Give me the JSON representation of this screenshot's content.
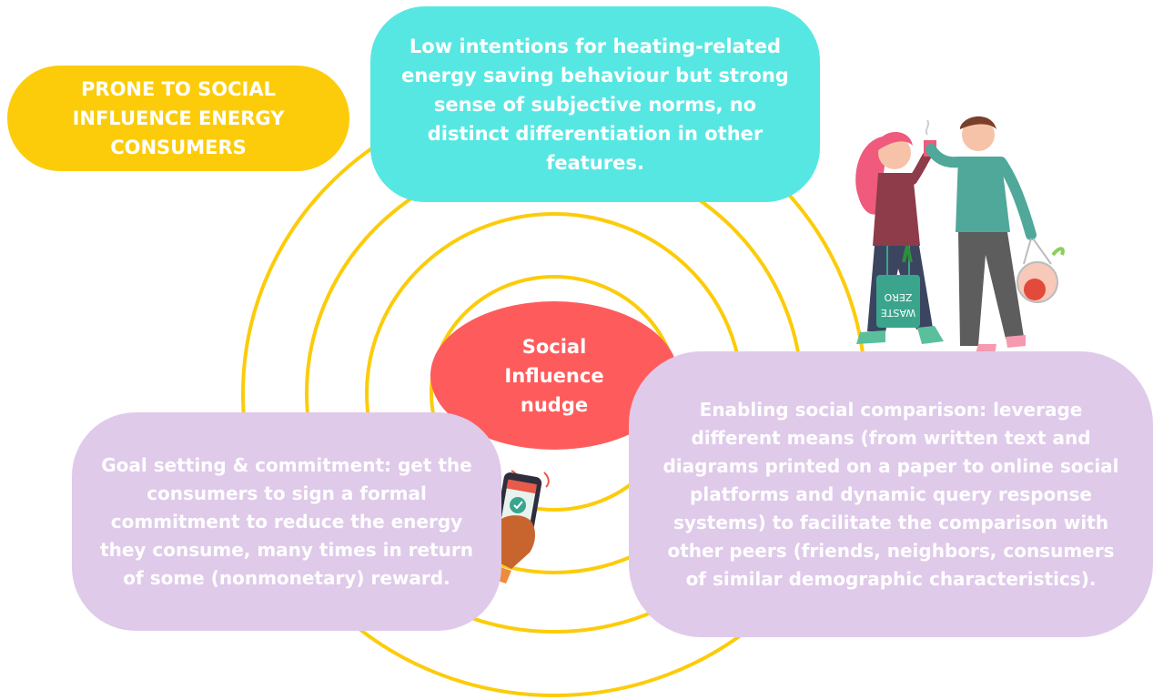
{
  "segment_label": "PRONE TO SOCIAL INFLUENCE ENERGY CONSUMERS",
  "profile_text": "Low intentions for heating-related energy saving behaviour but strong sense of subjective norms, no distinct differentiation in other features.",
  "center_label": "Social Influence nudge",
  "goal_text": "Goal setting & commitment: get the consumers to sign a formal commitment to reduce the energy they consume, many times in return of some (nonmonetary) reward.",
  "comparison_text": "Enabling social comparison: leverage different means (from written text and diagrams printed on a paper to online social platforms and dynamic query response systems) to facilitate the comparison with other peers (friends, neighbors, consumers of similar demographic characteristics).",
  "bag_text": "ZERO WASTE",
  "colors": {
    "ring": "#fccc0a",
    "label_fill": "#fccc0a",
    "profile_fill": "#57e7e3",
    "nudge_fill": "#fe5c5c",
    "strategy_fill": "#dfcaea",
    "text": "#ffffff"
  },
  "icons": [
    "couple-shopping-illustration",
    "hand-holding-phone-icon"
  ]
}
